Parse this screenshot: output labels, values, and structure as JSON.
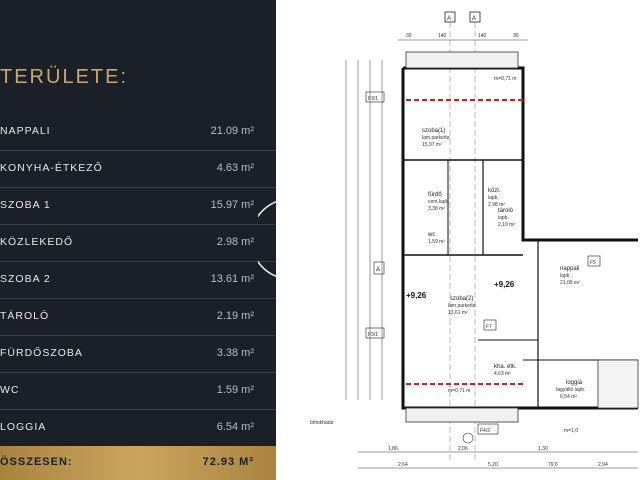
{
  "panel": {
    "heading": "TERÜLETE:",
    "rooms": [
      {
        "name": "NAPPALI",
        "area": "21.09 m²"
      },
      {
        "name": "KONYHA-ÉTKEZŐ",
        "area": "4.63 m²"
      },
      {
        "name": "SZOBA 1",
        "area": "15.97 m²"
      },
      {
        "name": "KÖZLEKEDŐ",
        "area": "2.98 m²"
      },
      {
        "name": "SZOBA 2",
        "area": "13.61 m²"
      },
      {
        "name": "TÁROLÓ",
        "area": "2.19 m²"
      },
      {
        "name": "FÜRDŐSZOBA",
        "area": "3.38 m²"
      },
      {
        "name": "WC",
        "area": "1.59 m²"
      },
      {
        "name": "LOGGIA",
        "area": "6.54 m²"
      }
    ],
    "total": {
      "label": "ÖSSZESEN:",
      "area": "72.93 M²"
    }
  },
  "logo": {
    "icon": "agency-logo-icon",
    "color": "#ffffff"
  },
  "plan": {
    "markers": {
      "section_a": "A",
      "f31": "F3/1",
      "f5": "F5",
      "f7": "F7",
      "f42": "F4/2"
    },
    "levels": {
      "level1": "+9,26",
      "level2": "+9,26"
    },
    "dims_top": [
      "30",
      "140",
      "140",
      "30"
    ],
    "rooms": {
      "szoba1_name": "szoba(1)",
      "szoba1_note": "lam.parketta",
      "szoba1_area": "15,97 m²",
      "furdo_name": "fürdő",
      "furdo_note": "cem.lapb.",
      "furdo_area": "3,38 m²",
      "kozl_name": "közl.",
      "kozl_note": "lapb.",
      "kozl_area": "2,98 m²",
      "wc_name": "wc",
      "wc_area": "1,59 m²",
      "tarolo_name": "tároló",
      "tarolo_note": "lapb.",
      "tarolo_area": "2,19 m²",
      "nappali_name": "nappali",
      "nappali_note": "lapb.",
      "nappali_area": "21,09 m²",
      "szoba2_name": "szoba(2)",
      "szoba2_note": "lam.parketta",
      "szoba2_area": "13,61 m²",
      "konyha_name": "kha. étk.",
      "konyha_area": "4,63 m²",
      "loggia_name": "loggia",
      "loggia_note": "fagyálló lapb.",
      "loggia_area": "6,54 m²"
    },
    "notes": {
      "boundary": "birtokhatár",
      "height1": "m=0,71 m",
      "height2": "m=0,71 m",
      "door": "m=1,0"
    },
    "dims_bottom": [
      "1,86",
      "2,06",
      "1,30",
      "2,64",
      "5,20",
      "79,6",
      "2,94"
    ]
  }
}
